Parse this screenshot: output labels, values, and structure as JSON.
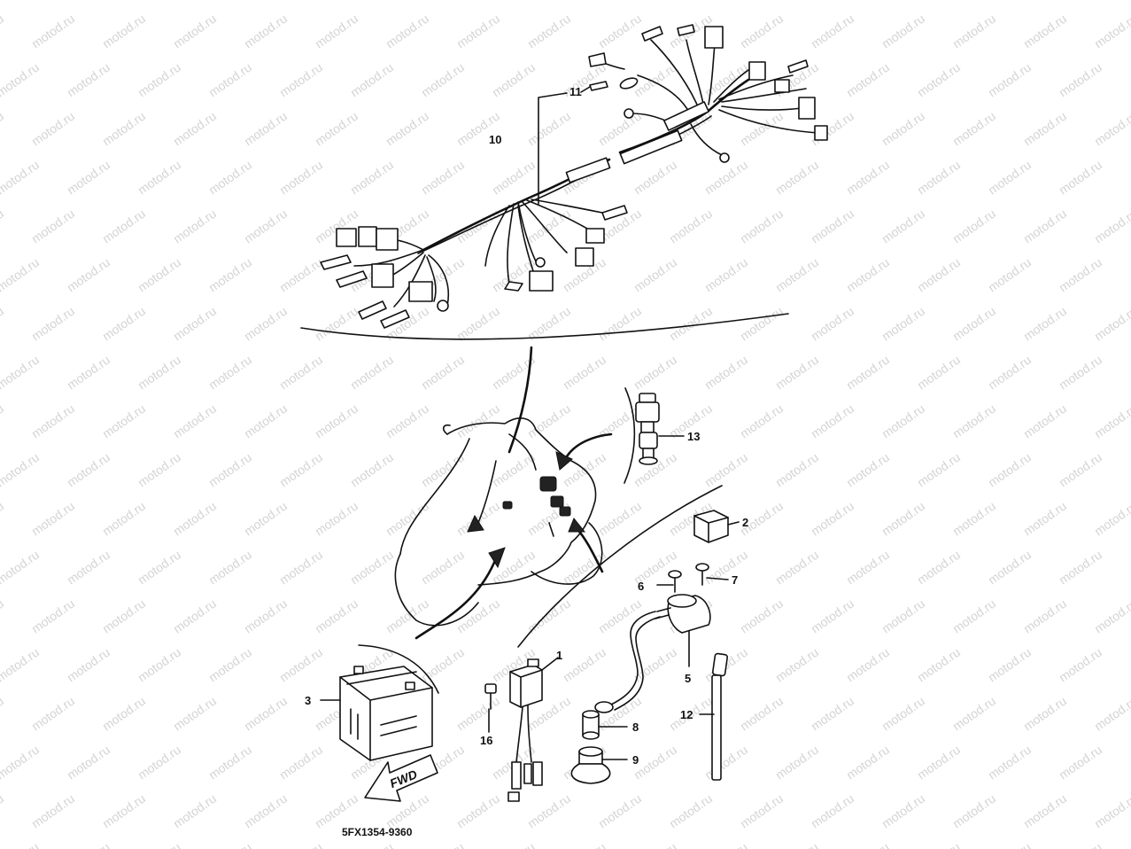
{
  "diagram": {
    "watermark_text": "motod.ru",
    "drawing_code": "5FX1354-9360",
    "fwd_label": "FWD",
    "callouts": {
      "c1": "1",
      "c2": "2",
      "c3": "3",
      "c5": "5",
      "c6": "6",
      "c7": "7",
      "c8": "8",
      "c9": "9",
      "c10": "10",
      "c11": "11",
      "c12": "12",
      "c13": "13",
      "c16": "16"
    }
  }
}
